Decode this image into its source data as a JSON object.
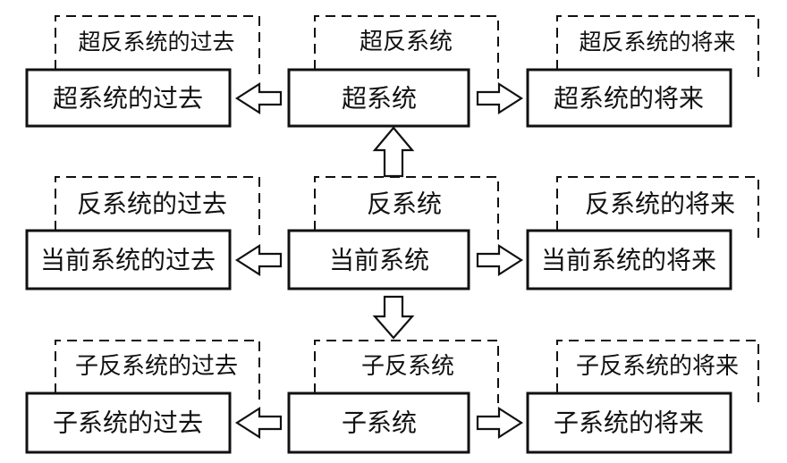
{
  "rows": [
    {
      "past": {
        "anti": "超反系统的过去",
        "main": "超系统的过去"
      },
      "current": {
        "anti": "超反系统",
        "main": "超系统"
      },
      "future": {
        "anti": "超反系统的将来",
        "main": "超系统的将来"
      }
    },
    {
      "past": {
        "anti": "反系统的过去",
        "main": "当前系统的过去"
      },
      "current": {
        "anti": "反系统",
        "main": "当前系统"
      },
      "future": {
        "anti": "反系统的将来",
        "main": "当前系统的将来"
      }
    },
    {
      "past": {
        "anti": "子反系统的过去",
        "main": "子系统的过去"
      },
      "current": {
        "anti": "子反系统",
        "main": "子系统"
      },
      "future": {
        "anti": "子反系统的将来",
        "main": "子系统的将来"
      }
    }
  ],
  "colors": {
    "ink": "#111111",
    "background": "#ffffff"
  }
}
